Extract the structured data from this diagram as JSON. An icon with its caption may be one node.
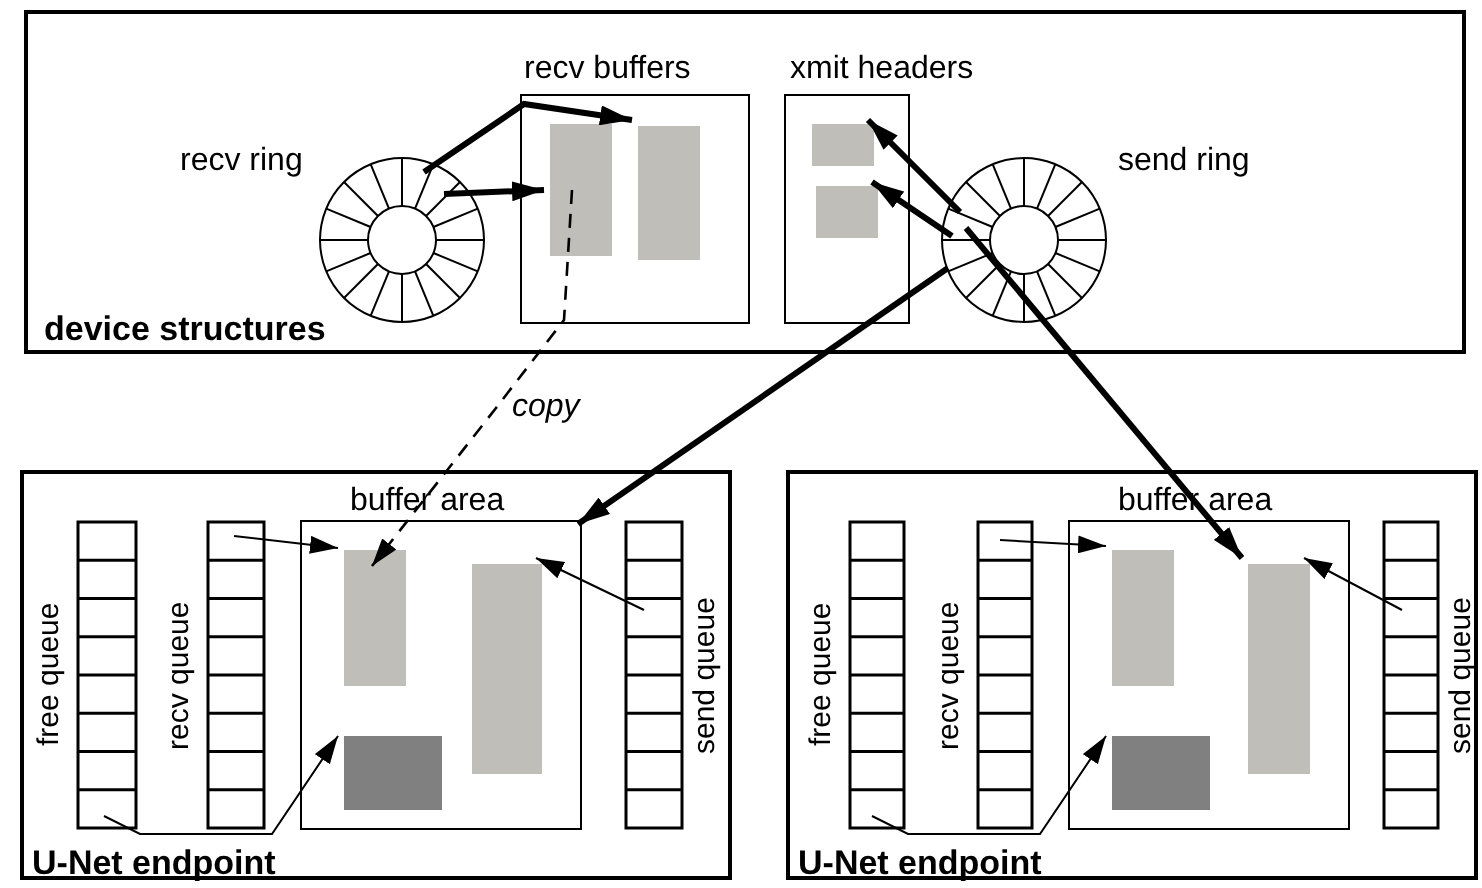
{
  "diagram": {
    "nodes": [
      {
        "text": [
          "device structures"
        ]
      },
      {
        "text": [
          "recv ring"
        ],
        "in": 0
      },
      {
        "text": [
          "recv buffers"
        ],
        "in": 0
      },
      {
        "text": [
          "xmit headers"
        ],
        "in": 0
      },
      {
        "text": [
          "send ring"
        ],
        "in": 0
      },
      {
        "text": [],
        "shape": "box",
        "in": 2
      },
      {
        "text": [],
        "shape": "box",
        "in": 2
      },
      {
        "text": [],
        "shape": "box",
        "in": 3
      },
      {
        "text": [],
        "shape": "box",
        "in": 3
      },
      {
        "text": [
          "U-Net endpoint"
        ]
      },
      {
        "text": [
          "free queue"
        ],
        "in": 9
      },
      {
        "text": [
          "recv queue"
        ],
        "in": 9
      },
      {
        "text": [
          "buffer area"
        ],
        "in": 9
      },
      {
        "text": [],
        "shape": "box",
        "in": 12
      },
      {
        "text": [],
        "shape": "box",
        "in": 12
      },
      {
        "text": [],
        "shape": "box",
        "in": 12
      },
      {
        "text": [
          "send queue"
        ],
        "in": 9
      },
      {
        "text": [
          "U-Net endpoint"
        ]
      },
      {
        "text": [
          "free queue"
        ],
        "in": 17
      },
      {
        "text": [
          "recv queue"
        ],
        "in": 17
      },
      {
        "text": [
          "buffer area"
        ],
        "in": 17
      },
      {
        "text": [],
        "shape": "box",
        "in": 20
      },
      {
        "text": [],
        "shape": "box",
        "in": 20
      },
      {
        "text": [],
        "shape": "box",
        "in": 20
      },
      {
        "text": [
          "send queue"
        ],
        "in": 17
      }
    ],
    "edges": [
      {
        "from": 1,
        "to": 5,
        "arrow": "to",
        "style": "thick"
      },
      {
        "from": 1,
        "to": 6,
        "arrow": "to",
        "style": "thick"
      },
      {
        "from": 4,
        "to": 7,
        "arrow": "to",
        "style": "thick"
      },
      {
        "from": 4,
        "to": 8,
        "arrow": "to",
        "style": "thick"
      },
      {
        "from": 4,
        "to": 12,
        "arrow": "to",
        "style": "thick"
      },
      {
        "from": 4,
        "to": 22,
        "arrow": "to",
        "style": "thick"
      },
      {
        "from": 5,
        "to": 13,
        "arrow": "to",
        "style": "dashed",
        "label": "copy"
      },
      {
        "from": 11,
        "to": 13,
        "arrow": "to"
      },
      {
        "from": 10,
        "to": 15,
        "arrow": "to"
      },
      {
        "from": 16,
        "to": 14,
        "arrow": "to"
      },
      {
        "from": 19,
        "to": 21,
        "arrow": "to"
      },
      {
        "from": 18,
        "to": 23,
        "arrow": "to"
      },
      {
        "from": 24,
        "to": 22,
        "arrow": "to"
      }
    ]
  }
}
